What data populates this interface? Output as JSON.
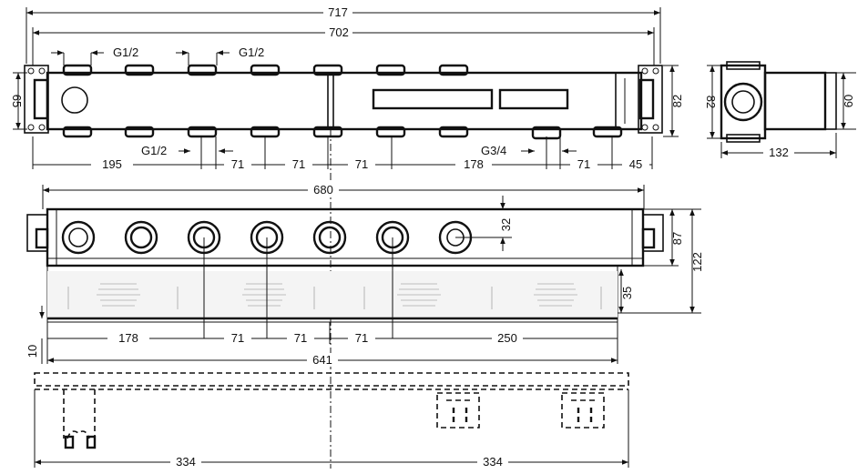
{
  "dimensions": {
    "overall_width": "717",
    "body_width": "702",
    "thread_top_left": "G1/2",
    "thread_top_right": "G1/2",
    "thread_bottom": "G1/2",
    "thread_outlet": "G3/4",
    "height_top_left": "65",
    "height_top_right": "82",
    "side_height_left": "82",
    "side_height_right": "60",
    "side_depth": "132",
    "spacing_195": "195",
    "spacing_71_a": "71",
    "spacing_71_b": "71",
    "spacing_71_c": "71",
    "spacing_178_top": "178",
    "spacing_71_d": "71",
    "spacing_45": "45",
    "front_width": "680",
    "front_32": "32",
    "front_87": "87",
    "front_122": "122",
    "front_35": "35",
    "front_10": "10",
    "front_178": "178",
    "front_71_a": "71",
    "front_71_b": "71",
    "front_71_c": "71",
    "front_250": "250",
    "front_641": "641",
    "bottom_334_left": "334",
    "bottom_334_right": "334"
  }
}
